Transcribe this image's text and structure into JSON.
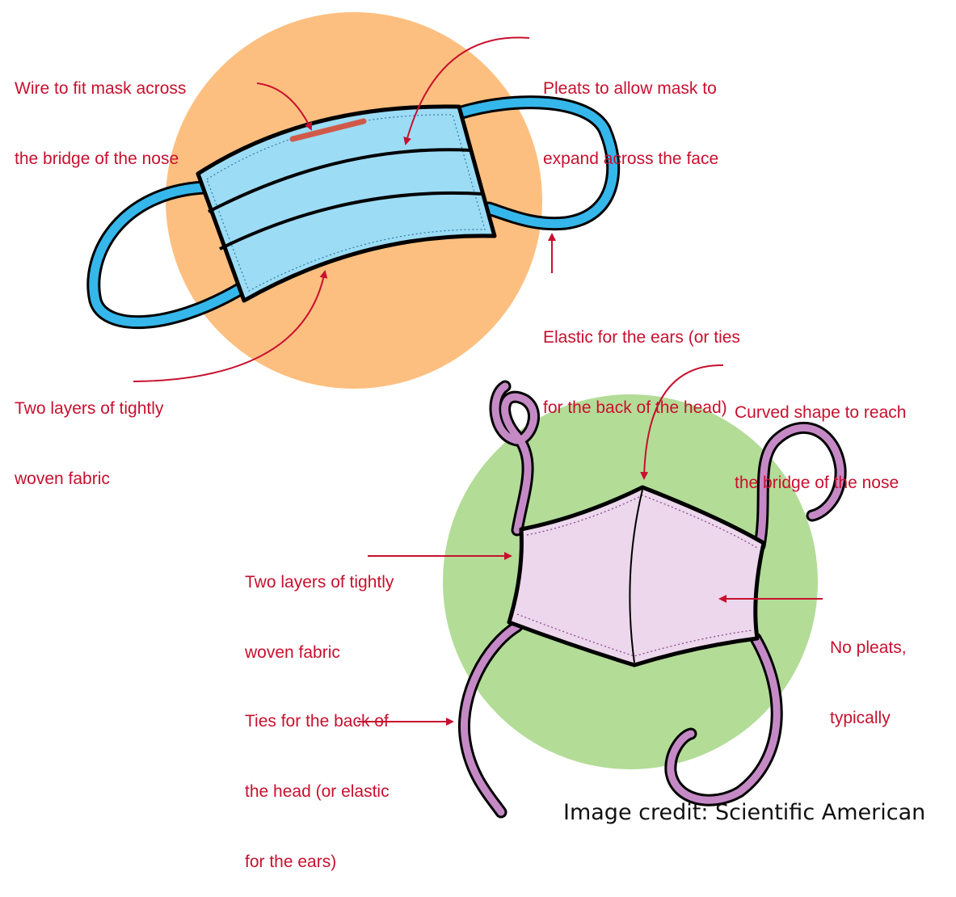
{
  "colors": {
    "accent_red": "#c8102e",
    "orange_circle": "#fdbf80",
    "green_circle": "#b3dc97",
    "surgical_mask": "#9ddcf5",
    "surgical_strap": "#35b7eb",
    "cloth_mask": "#ecd7ec",
    "cloth_ties": "#c58ac6",
    "nose_wire": "#d05a4a"
  },
  "surgical_mask": {
    "wire_label": [
      "Wire to fit mask across",
      "the bridge of the nose"
    ],
    "pleats_label": [
      "Pleats to allow mask to",
      "expand across the face"
    ],
    "elastic_label": [
      "Elastic for the ears (or ties",
      "for the back of the head)"
    ],
    "layers_label": [
      "Two layers of tightly",
      "woven fabric"
    ]
  },
  "cloth_mask": {
    "curved_label": [
      "Curved shape to reach",
      "the bridge of the nose"
    ],
    "layers_label": [
      "Two layers of tightly",
      "woven fabric"
    ],
    "no_pleats_label": [
      "No pleats,",
      "typically"
    ],
    "ties_label": [
      "Ties for the back of",
      "the head (or elastic",
      "for the ears)"
    ]
  },
  "credit": "Image credit: Scientific American"
}
